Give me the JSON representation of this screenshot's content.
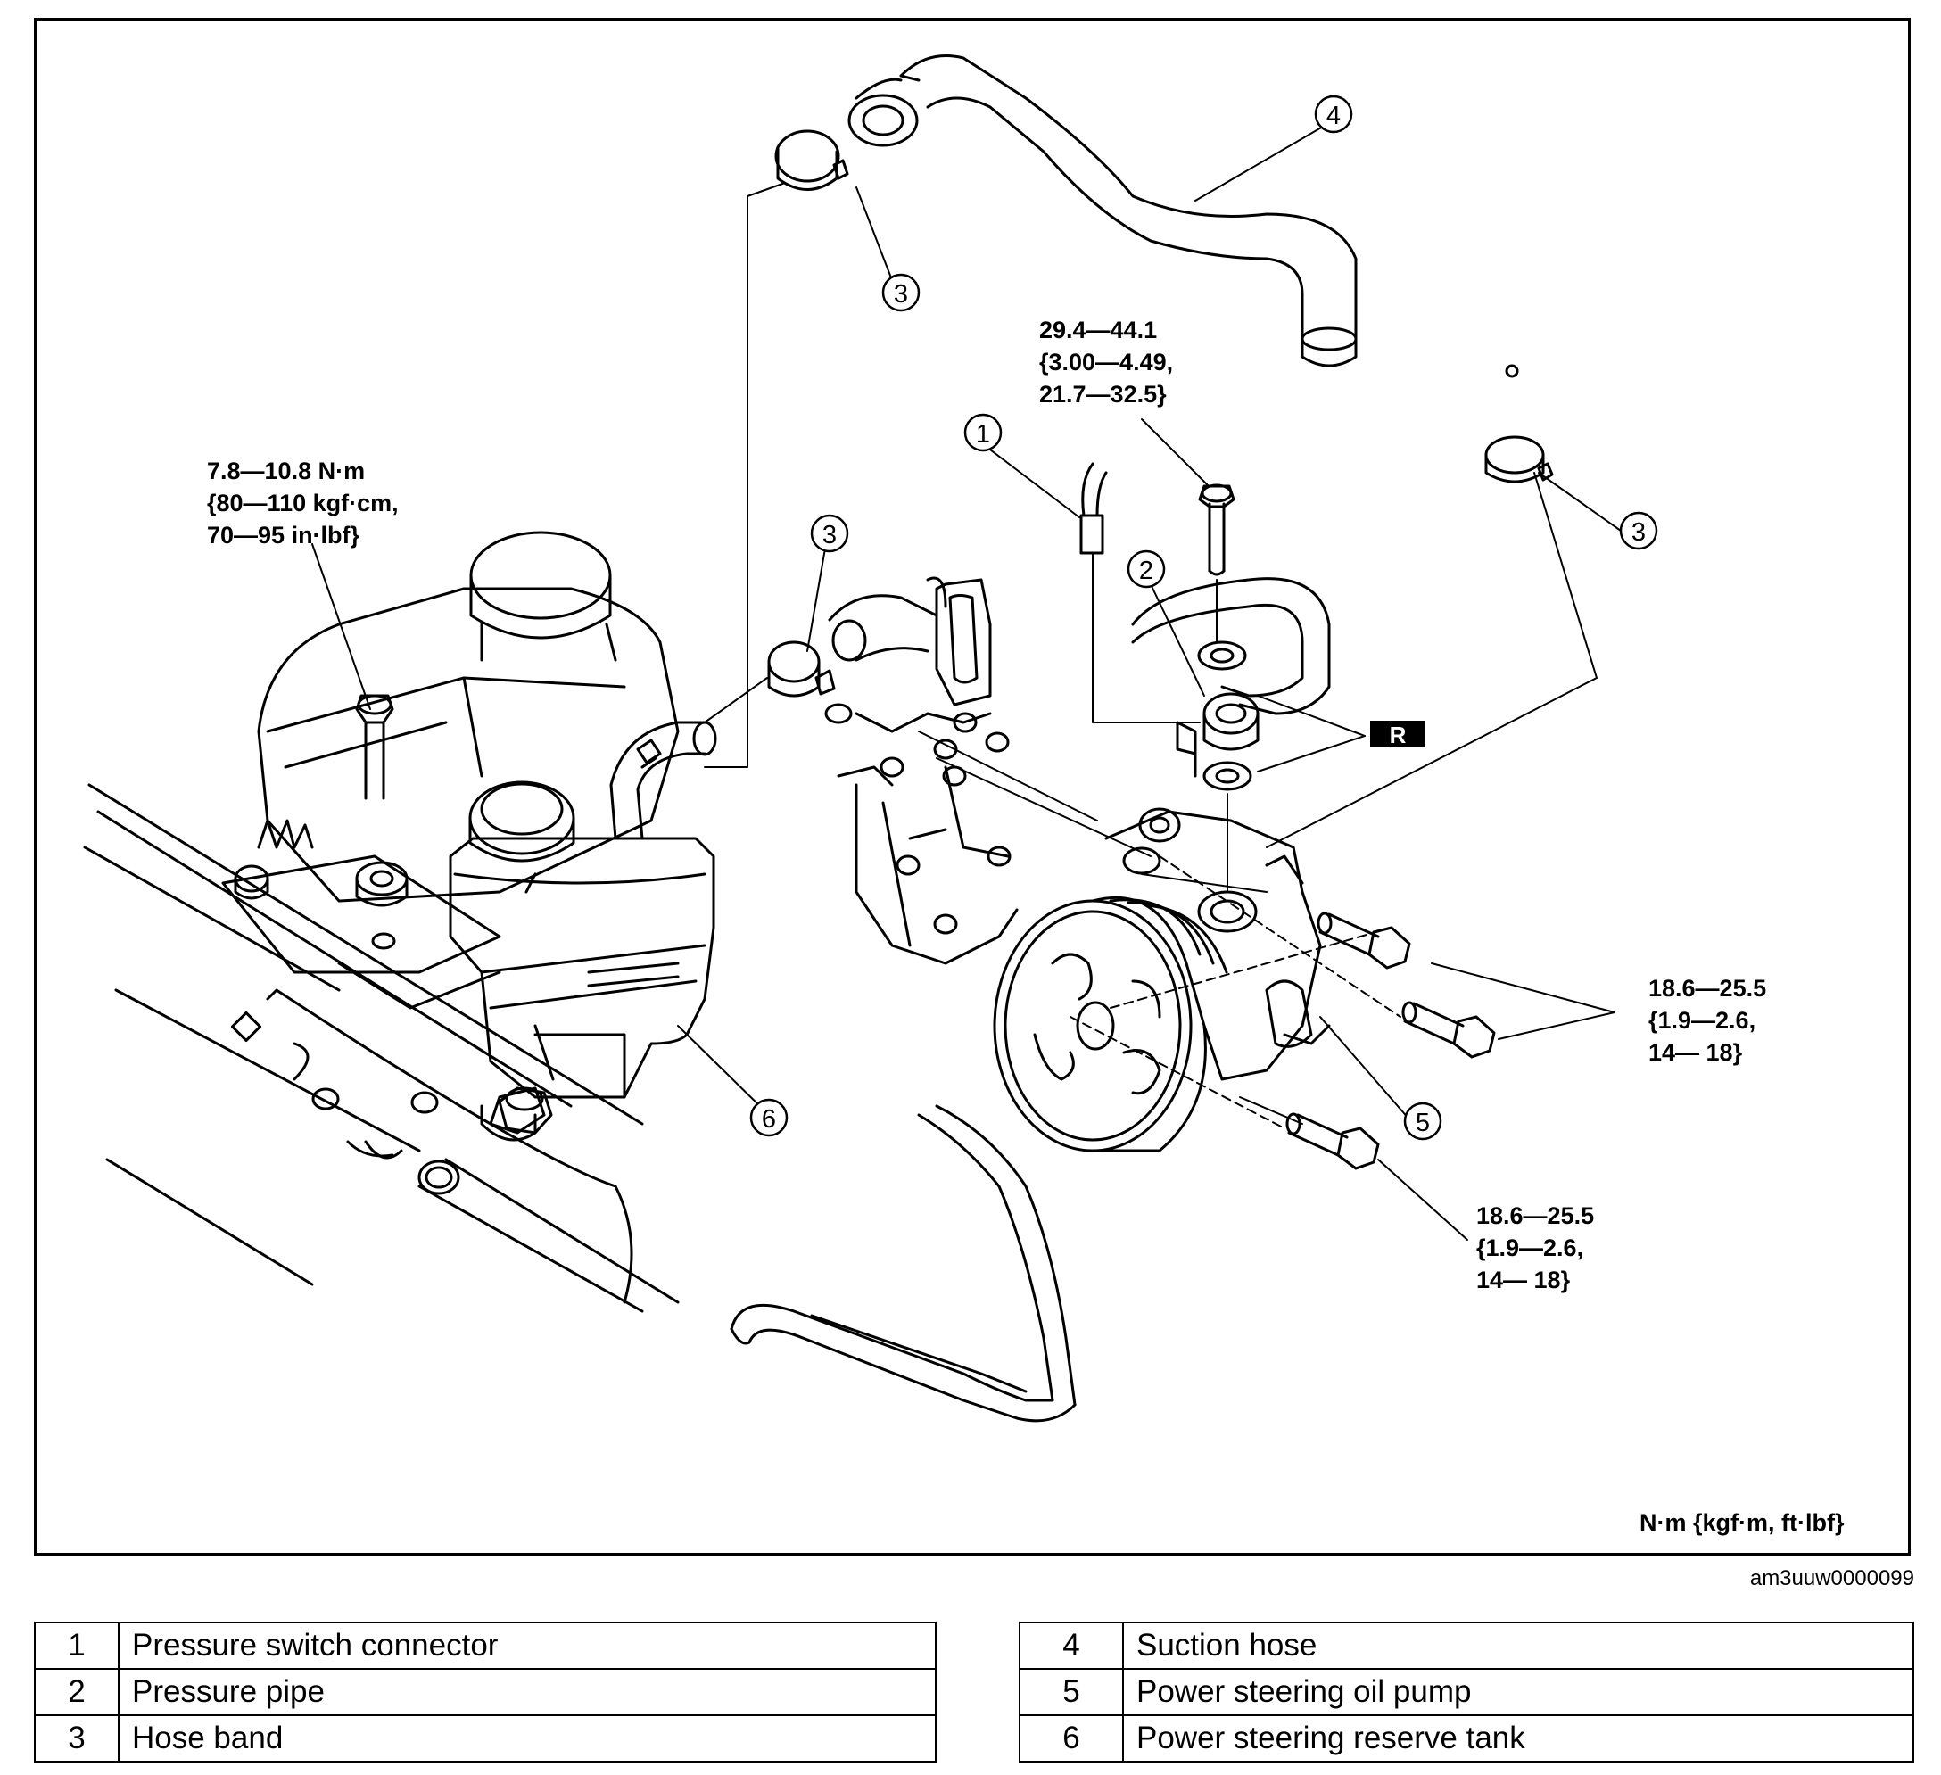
{
  "callouts": [
    "1",
    "2",
    "3",
    "4",
    "5",
    "6"
  ],
  "r_mark": "R",
  "torques": {
    "reserve_tank_bolt": [
      "7.8—10.8 N·m",
      "{80—110 kgf·cm,",
      "70—95 in·lbf}"
    ],
    "pipe_bolt": [
      "29.4—44.1",
      "{3.00—4.49,",
      "21.7—32.5}"
    ],
    "pump_bolts_upper": [
      "18.6—25.5",
      "{1.9—2.6,",
      "14— 18}"
    ],
    "pump_bolt_lower": [
      "18.6—25.5",
      "{1.9—2.6,",
      "14— 18}"
    ]
  },
  "units_note": "N·m {kgf·m, ft·lbf}",
  "figure_ref": "am3uuw0000099",
  "legend_left": [
    {
      "num": "1",
      "name": "Pressure switch connector"
    },
    {
      "num": "2",
      "name": "Pressure pipe"
    },
    {
      "num": "3",
      "name": "Hose band"
    }
  ],
  "legend_right": [
    {
      "num": "4",
      "name": "Suction hose"
    },
    {
      "num": "5",
      "name": "Power steering oil pump"
    },
    {
      "num": "6",
      "name": "Power steering reserve tank"
    }
  ]
}
